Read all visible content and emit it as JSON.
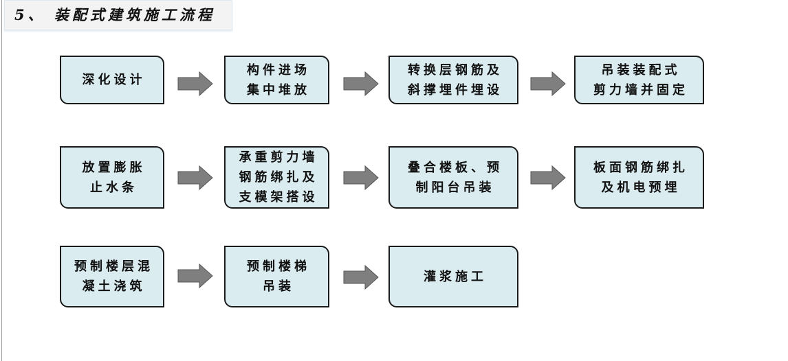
{
  "title": "5、 装配式建筑施工流程",
  "colors": {
    "box_fill": "#dbecf0",
    "box_border": "#1a1a1a",
    "arrow_fill": "#7f7f7f"
  },
  "rows": [
    {
      "steps": [
        {
          "lines": [
            "深化设计"
          ]
        },
        {
          "lines": [
            "构件进场",
            "集中堆放"
          ]
        },
        {
          "lines": [
            "转换层钢筋及",
            "斜撑埋件埋设"
          ]
        },
        {
          "lines": [
            "吊装装配式",
            "剪力墙并固定"
          ]
        }
      ]
    },
    {
      "steps": [
        {
          "lines": [
            "放置膨胀",
            "止水条"
          ]
        },
        {
          "lines": [
            "承重剪力墙",
            "钢筋绑扎及",
            "支模架搭设"
          ]
        },
        {
          "lines": [
            "叠合楼板、预",
            "制阳台吊装"
          ]
        },
        {
          "lines": [
            "板面钢筋绑扎",
            "及机电预埋"
          ]
        }
      ]
    },
    {
      "steps": [
        {
          "lines": [
            "预制楼层混",
            "凝土浇筑"
          ]
        },
        {
          "lines": [
            "预制楼梯",
            "吊装"
          ]
        },
        {
          "lines": [
            "灌浆施工"
          ]
        }
      ]
    }
  ]
}
